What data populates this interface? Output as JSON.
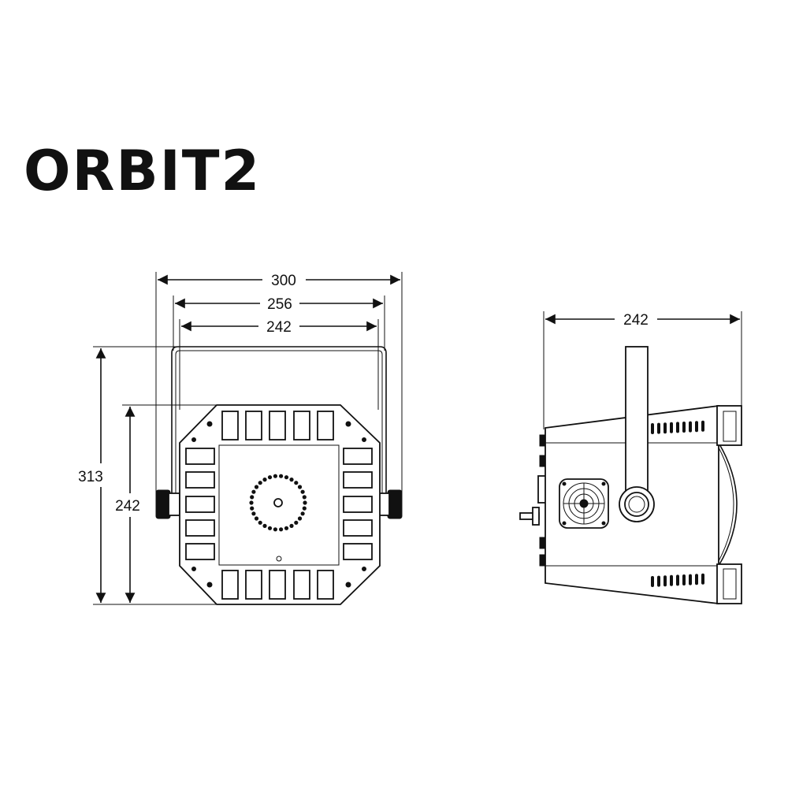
{
  "title": "ORBIT2",
  "dimensions": {
    "front_overall_width": "300",
    "front_bracket_width": "256",
    "front_body_width": "242",
    "front_total_height": "313",
    "front_body_height": "242",
    "side_depth": "242"
  }
}
